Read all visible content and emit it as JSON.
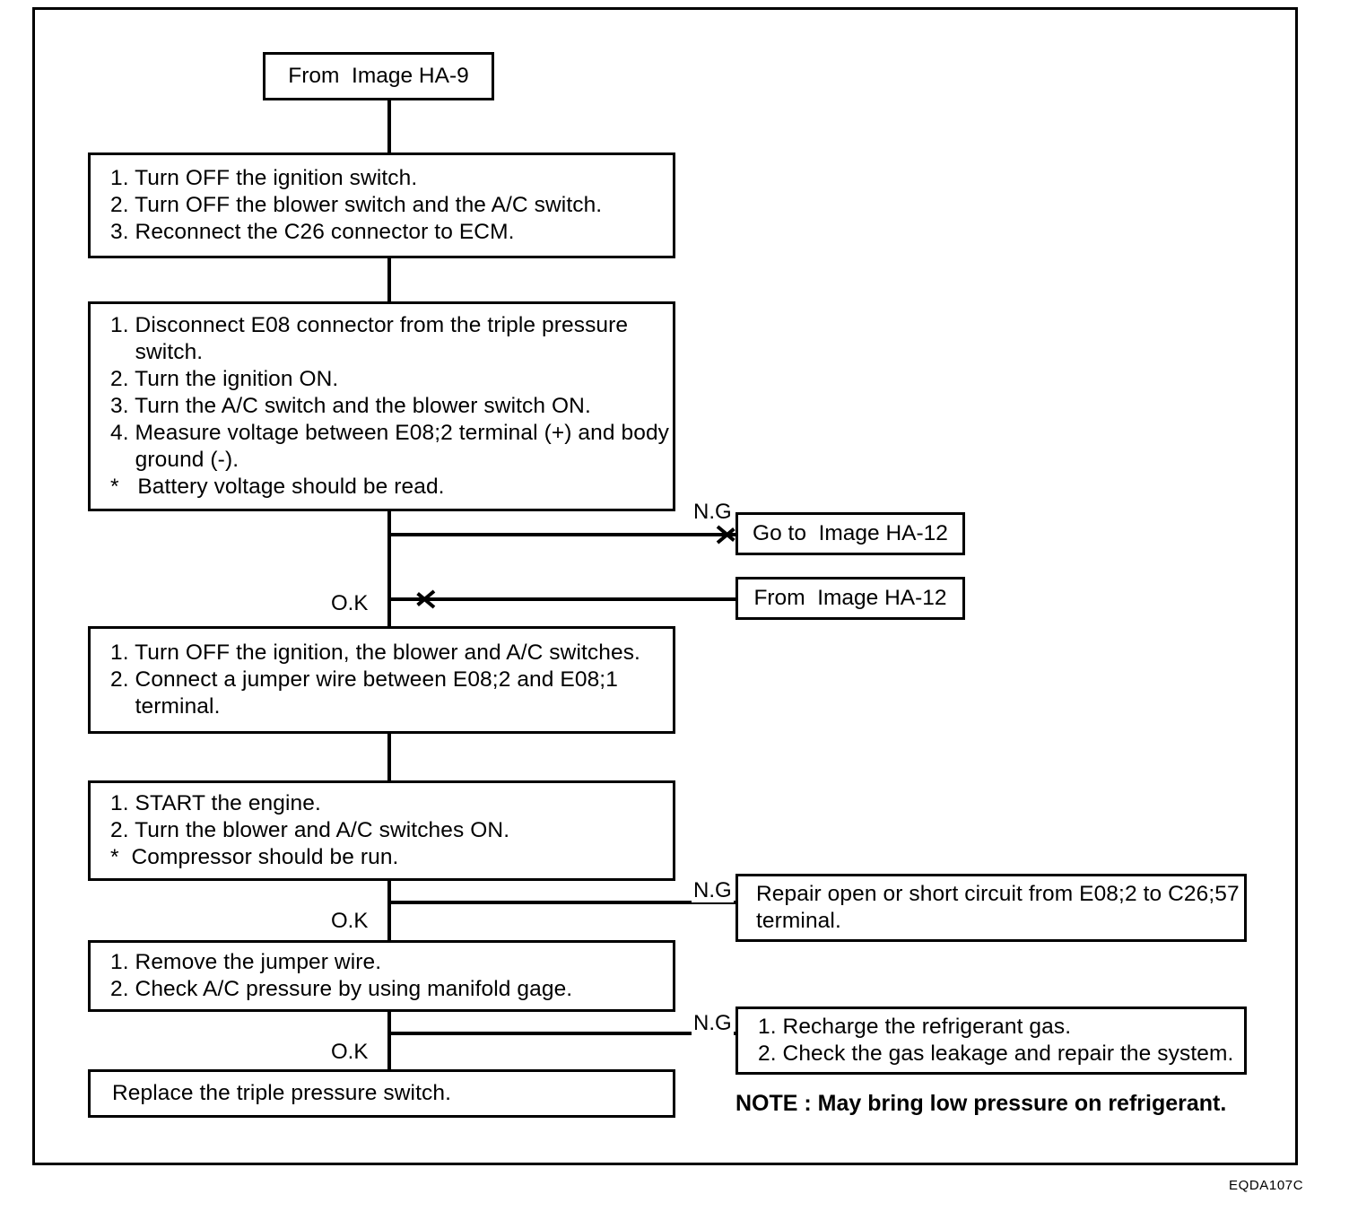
{
  "diagram": {
    "figure_code": "EQDA107C",
    "type": "troubleshooting-flowchart",
    "nodes": {
      "entry": {
        "label": "From  Image HA-9"
      },
      "step1": {
        "lines": [
          "1. Turn OFF the ignition switch.",
          "2. Turn OFF the blower switch and the A/C switch.",
          "3. Reconnect the C26 connector to ECM."
        ]
      },
      "step2": {
        "lines": [
          "1. Disconnect E08 connector from the triple pressure",
          "    switch.",
          "2. Turn the ignition ON.",
          "3. Turn the A/C switch and the blower switch ON.",
          "4. Measure voltage between E08;2 terminal (+) and body",
          "    ground (-).",
          "*   Battery voltage should be read."
        ]
      },
      "goto_ha12": {
        "label": "Go to  Image HA-12"
      },
      "from_ha12": {
        "label": "From  Image HA-12"
      },
      "step3": {
        "lines": [
          "1. Turn OFF the ignition, the blower and A/C switches.",
          "2. Connect a jumper wire between E08;2 and E08;1",
          "    terminal."
        ]
      },
      "step4": {
        "lines": [
          "1. START the engine.",
          "2. Turn the blower and A/C switches ON.",
          "*  Compressor should be run."
        ]
      },
      "repair_circuit": {
        "lines": [
          "Repair open or short circuit from E08;2 to C26;57",
          "terminal."
        ]
      },
      "step5": {
        "lines": [
          "1. Remove the jumper wire.",
          "2. Check A/C pressure by using manifold gage."
        ]
      },
      "recharge": {
        "lines": [
          "1. Recharge the refrigerant gas.",
          "2. Check the gas leakage and repair the system."
        ]
      },
      "final": {
        "lines": [
          "Replace the triple pressure switch."
        ]
      }
    },
    "edge_labels": {
      "ng1": "N.G",
      "ok1": "O.K",
      "ng2": "N.G",
      "ok2": "O.K",
      "ng3": "N.G",
      "ok3": "O.K"
    },
    "note": "NOTE : May bring low pressure on refrigerant.",
    "colors": {
      "line": "#000000",
      "background": "#ffffff",
      "text": "#000000"
    }
  }
}
